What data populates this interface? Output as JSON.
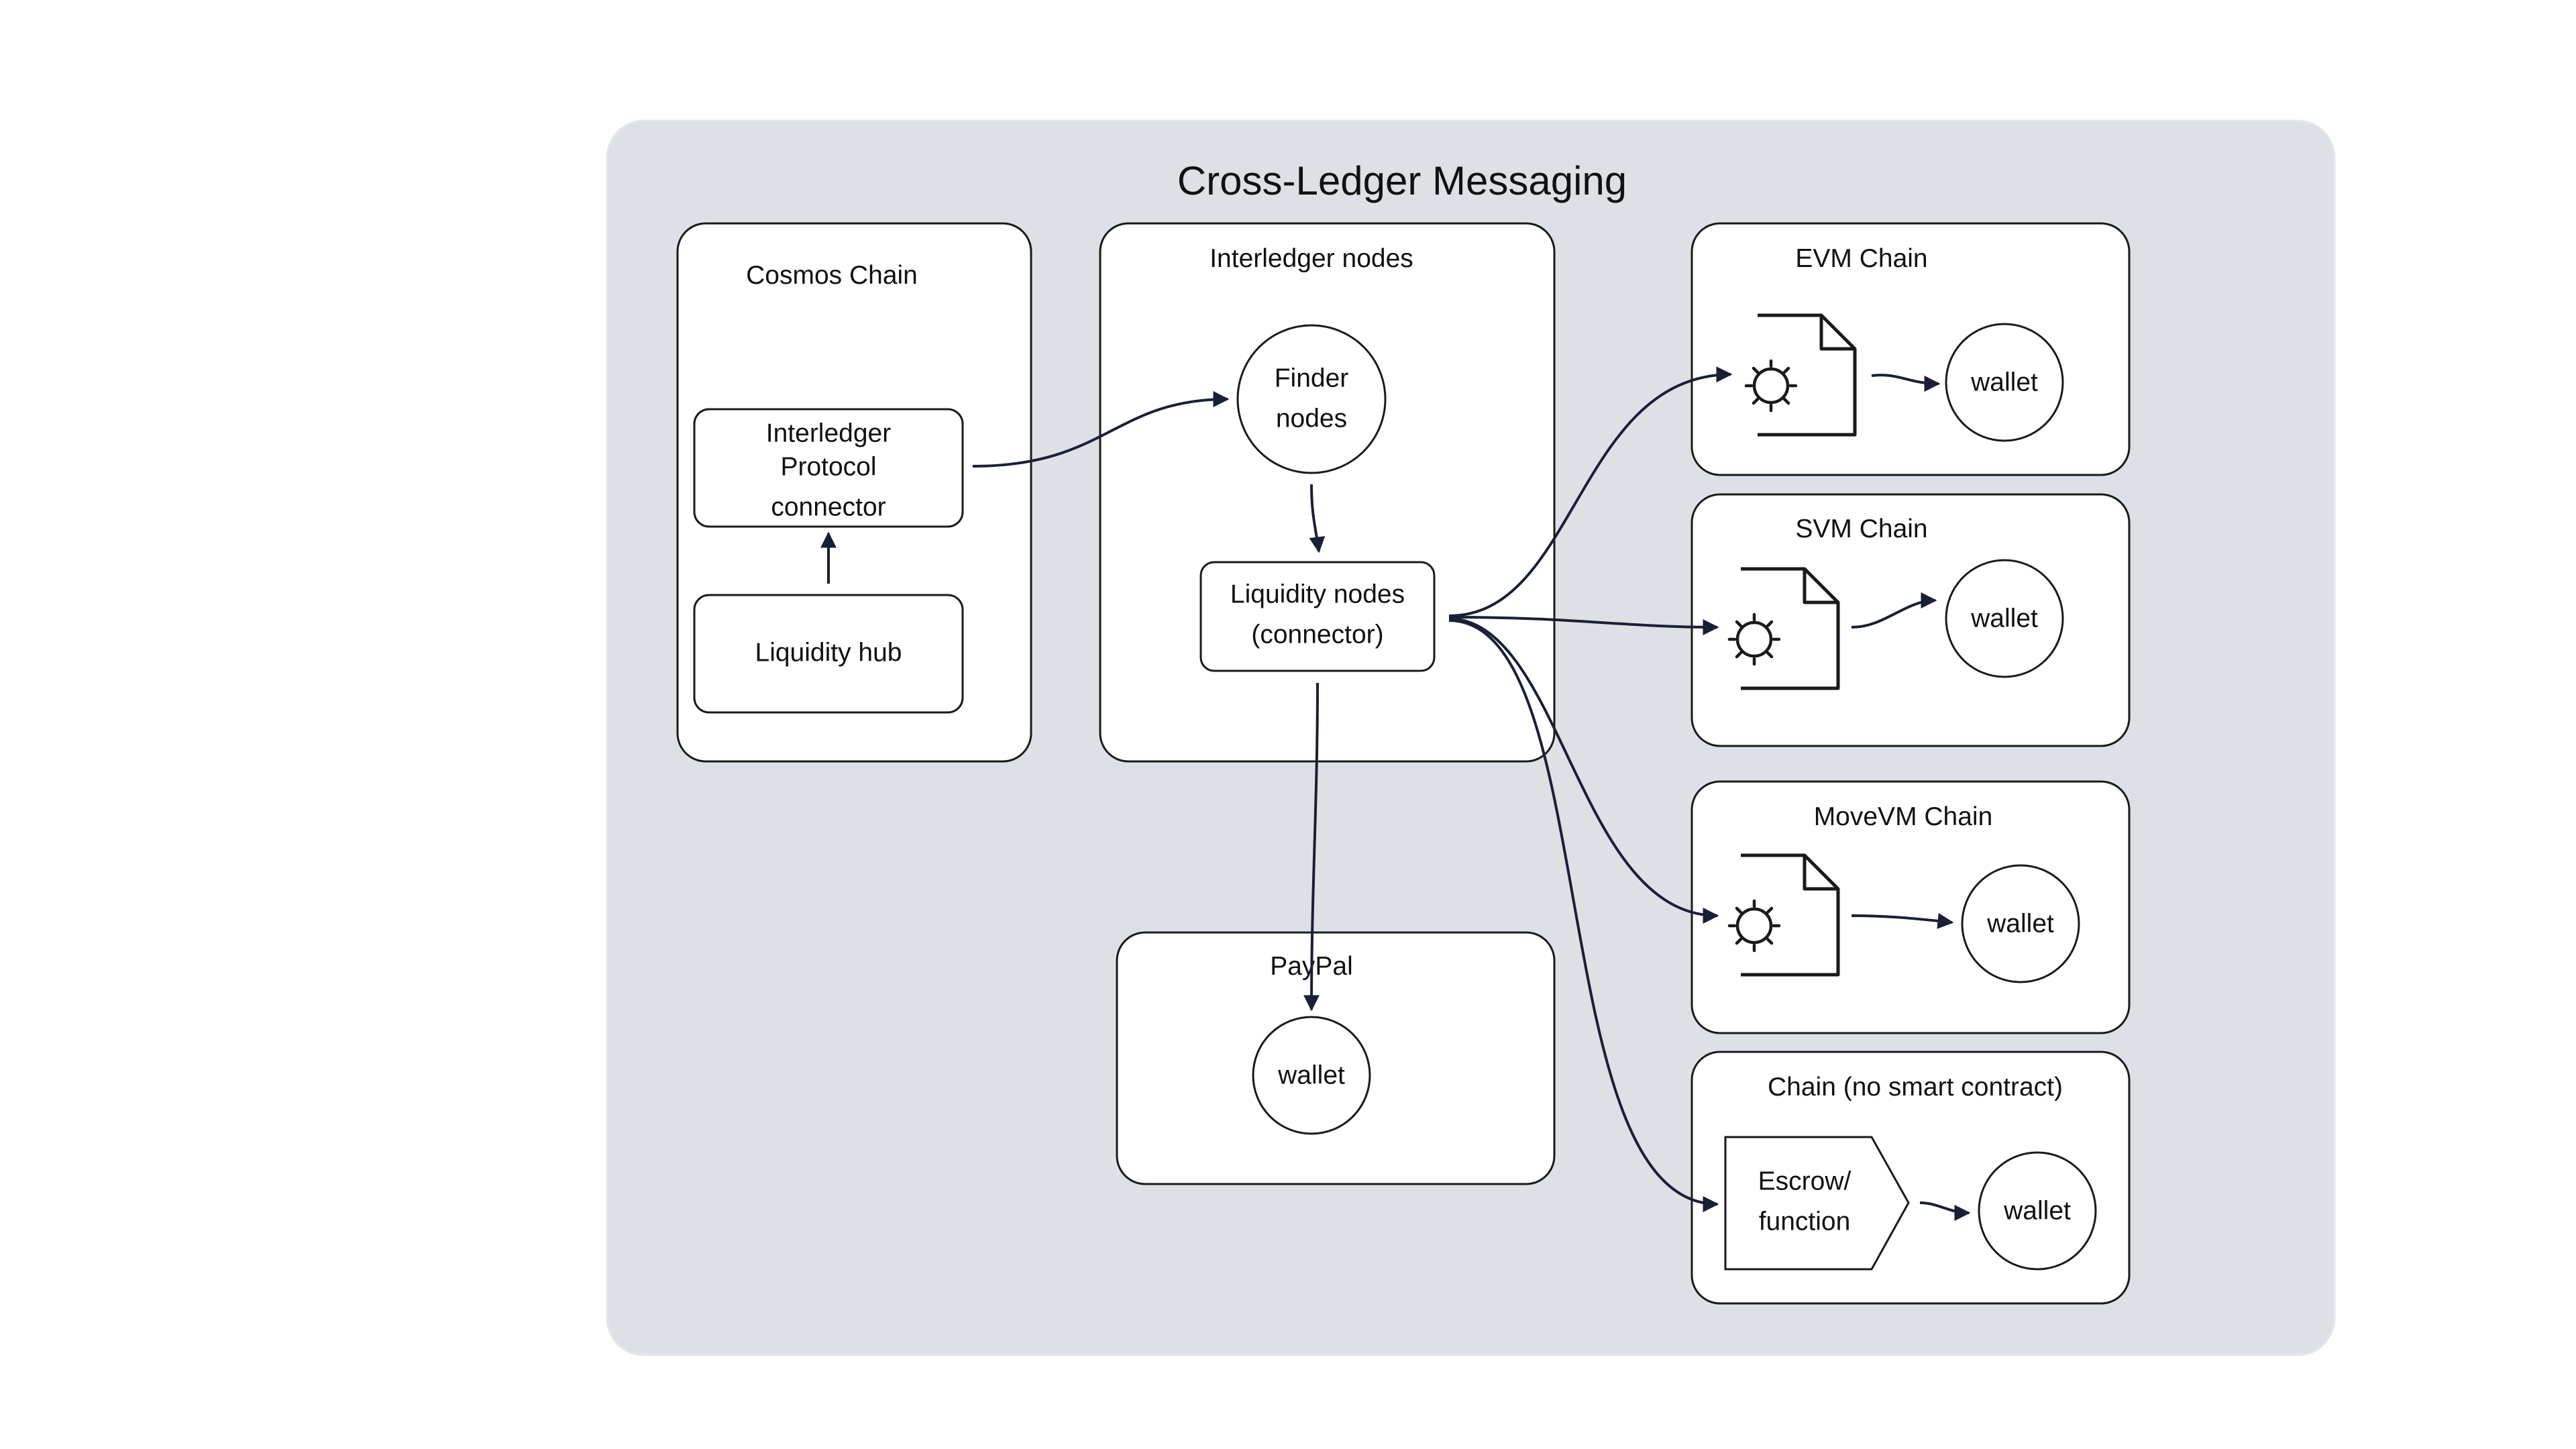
{
  "title": "Cross-Ledger Messaging",
  "groups": {
    "cosmos": {
      "label": "Cosmos Chain"
    },
    "interledger": {
      "label": "Interledger nodes"
    },
    "paypal": {
      "label": "PayPal"
    },
    "evm": {
      "label": "EVM Chain"
    },
    "svm": {
      "label": "SVM Chain"
    },
    "movevm": {
      "label": "MoveVM Chain"
    },
    "nosc": {
      "label": "Chain (no smart contract)"
    }
  },
  "nodes": {
    "ilp_connector": {
      "lines": [
        "Interledger",
        "Protocol",
        "connector"
      ]
    },
    "liquidity_hub": {
      "label": "Liquidity hub"
    },
    "finder_nodes": {
      "lines": [
        "Finder",
        "nodes"
      ]
    },
    "liquidity_nodes": {
      "lines": [
        "Liquidity nodes",
        "(connector)"
      ]
    },
    "paypal_wallet": {
      "label": "wallet"
    },
    "evm_contract": {
      "icon": "smart-contract-icon"
    },
    "evm_wallet": {
      "label": "wallet"
    },
    "svm_contract": {
      "icon": "smart-contract-icon"
    },
    "svm_wallet": {
      "label": "wallet"
    },
    "movevm_contract": {
      "icon": "smart-contract-icon"
    },
    "movevm_wallet": {
      "label": "wallet"
    },
    "escrow": {
      "lines": [
        "Escrow/",
        "function"
      ]
    },
    "nosc_wallet": {
      "label": "wallet"
    }
  },
  "colors": {
    "panel_fill": "#dde1e6",
    "box_fill": "#ffffff",
    "stroke": "#1a1a1a",
    "arrow": "#1a1f36"
  }
}
